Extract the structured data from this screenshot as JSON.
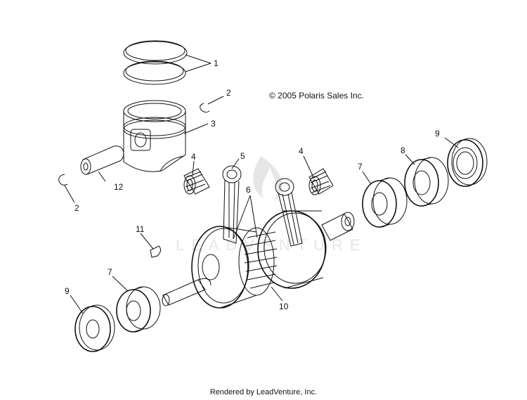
{
  "copyright": "© 2005 Polaris Sales Inc.",
  "footer": "Rendered by LeadVenture, Inc.",
  "watermark": "LEADVENTURE",
  "callouts": [
    {
      "id": "c1",
      "label": "1"
    },
    {
      "id": "c2a",
      "label": "2"
    },
    {
      "id": "c2b",
      "label": "2"
    },
    {
      "id": "c3",
      "label": "3"
    },
    {
      "id": "c4a",
      "label": "4"
    },
    {
      "id": "c4b",
      "label": "4"
    },
    {
      "id": "c5",
      "label": "5"
    },
    {
      "id": "c6",
      "label": "6"
    },
    {
      "id": "c7a",
      "label": "7"
    },
    {
      "id": "c7b",
      "label": "7"
    },
    {
      "id": "c8",
      "label": "8"
    },
    {
      "id": "c9a",
      "label": "9"
    },
    {
      "id": "c9b",
      "label": "9"
    },
    {
      "id": "c10",
      "label": "10"
    },
    {
      "id": "c11",
      "label": "11"
    },
    {
      "id": "c12",
      "label": "12"
    }
  ]
}
